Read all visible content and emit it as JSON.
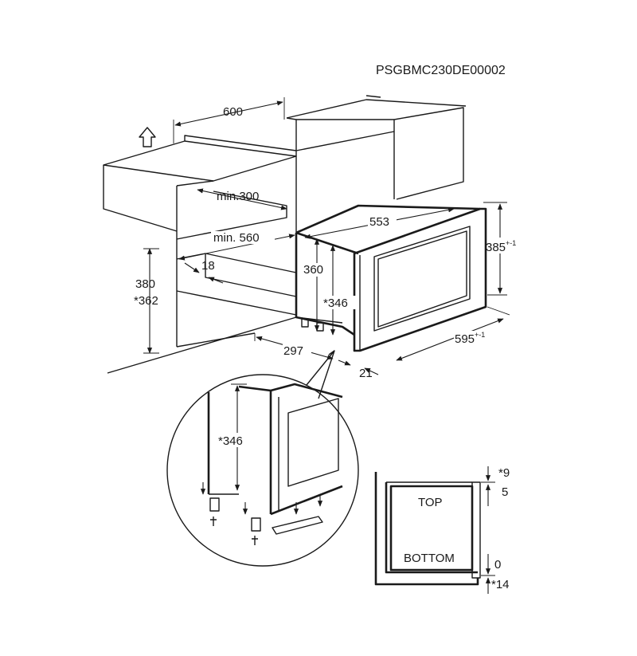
{
  "drawing_code": "PSGBMC230DE00002",
  "main_view": {
    "cabinet_width": "600",
    "min_depth": "min.300",
    "min_width": "min. 560",
    "gap_height": "18",
    "opening_height": "380",
    "opening_height_alt": "*362",
    "appliance_width": "553",
    "appliance_height": "360",
    "appliance_height_alt": "*346",
    "front_height": "385",
    "front_height_tol": "+-1",
    "front_width": "595",
    "front_width_tol": "+-1",
    "appliance_depth": "297",
    "front_depth": "21"
  },
  "detail_view": {
    "height_alt": "*346"
  },
  "front_view": {
    "top_label": "TOP",
    "bottom_label": "BOTTOM",
    "dim_top_alt": "*9",
    "dim_top": "5",
    "dim_bottom": "0",
    "dim_bottom_alt": "*14"
  }
}
